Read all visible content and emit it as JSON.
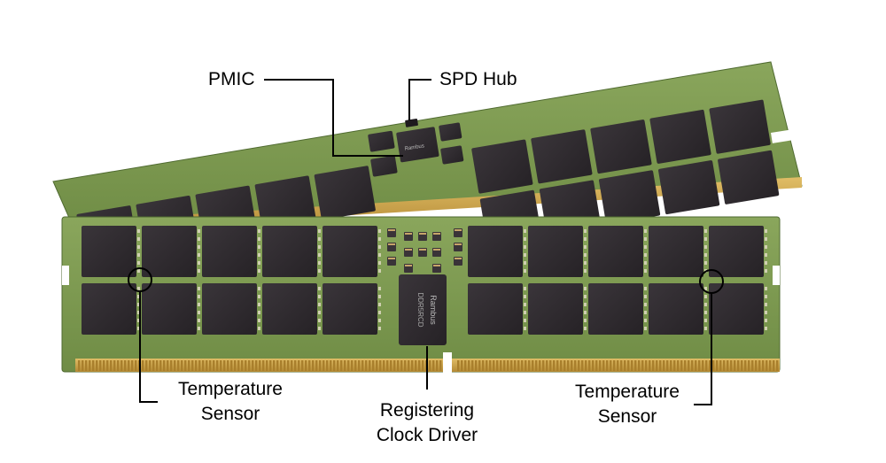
{
  "labels": {
    "pmic": "PMIC",
    "spd_hub": "SPD Hub",
    "temp_sensor_left": [
      "Temperature",
      "Sensor"
    ],
    "temp_sensor_right": [
      "Temperature",
      "Sensor"
    ],
    "rcd": [
      "Registering",
      "Clock Driver"
    ]
  },
  "chip_text": {
    "rcd_brand": "Rambus",
    "rcd_model": "DDR5RCD",
    "spd_brand": "Rambus"
  },
  "colors": {
    "pcb": "#7e9a52",
    "pcb_dark": "#5e7a3a",
    "dram": "#2d292d",
    "gold": "#c9a24a",
    "callout": "#000000"
  }
}
